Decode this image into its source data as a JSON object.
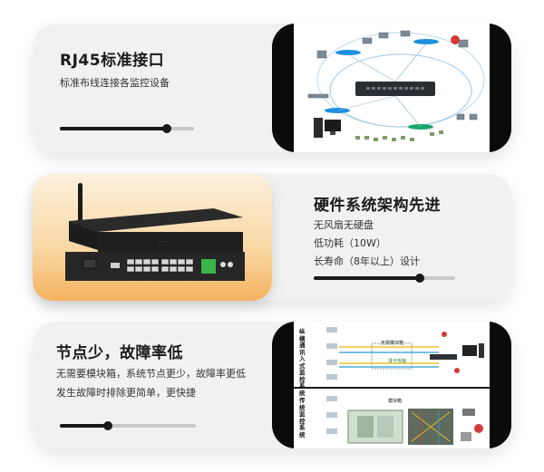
{
  "sections": [
    {
      "title": "RJ45标准接口",
      "lines": [
        "标准布线连接各监控设备"
      ],
      "progress": 0.8
    },
    {
      "title": "硬件系统架构先进",
      "lines": [
        "无风扇无硬盘",
        "低功耗（10W）",
        "长寿命（8年以上）设计"
      ],
      "progress": 0.75
    },
    {
      "title": "节点少，故障率低",
      "lines": [
        "无需要模块箱，系统节点更少，故障率更低",
        "发生故障时排除更简单，更快捷"
      ],
      "progress": 0.35
    }
  ],
  "diagram2": {
    "row1_label": "纵横通讯入式监控系统",
    "row2_label": "传统监控系统",
    "box1": "无需模块箱",
    "box2": "模块箱",
    "sub1": "球卡传输"
  },
  "colors": {
    "card_bg": "#f1f1f1",
    "accent_dark": "#1a1a1a",
    "track": "#c9c9c9",
    "device_orange": "#f4b25e"
  }
}
